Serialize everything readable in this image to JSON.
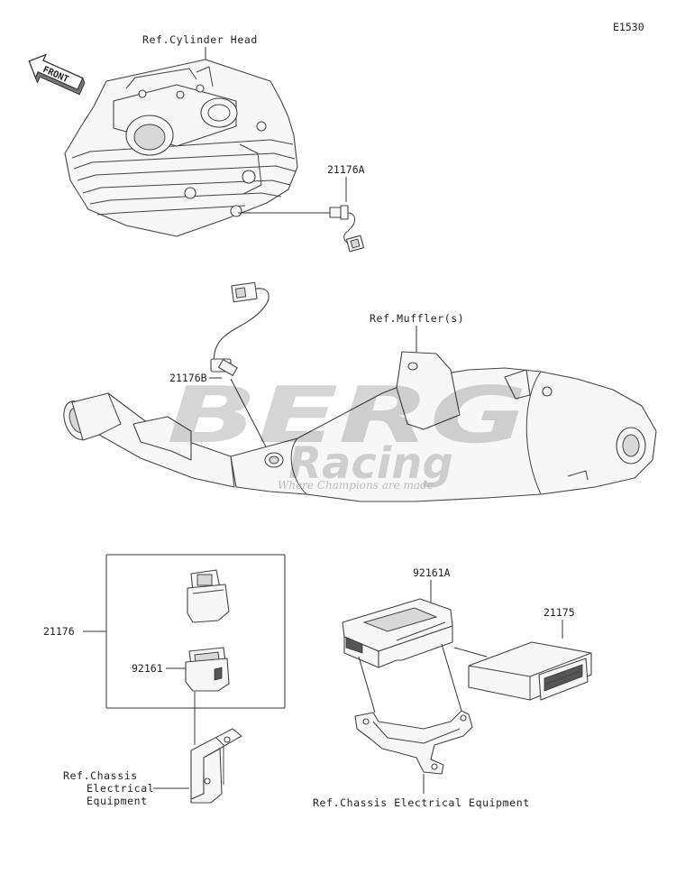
{
  "diagram_code": "E1530",
  "front_label": "FRONT",
  "refs": {
    "cylinder_head": "Ref.Cylinder Head",
    "muffler": "Ref.Muffler(s)",
    "chassis_left": [
      "Ref.Chassis",
      "Electrical",
      "Equipment"
    ],
    "chassis_right": "Ref.Chassis Electrical Equipment"
  },
  "parts": {
    "sensor_a": "21176A",
    "sensor_b": "21176B",
    "sensor_assembly": "21176",
    "cover": "92161",
    "cover_a": "92161A",
    "ecu": "21175"
  },
  "watermark": {
    "line1": "BERG",
    "line2": "Racing",
    "tagline": "Where Champions are made"
  }
}
